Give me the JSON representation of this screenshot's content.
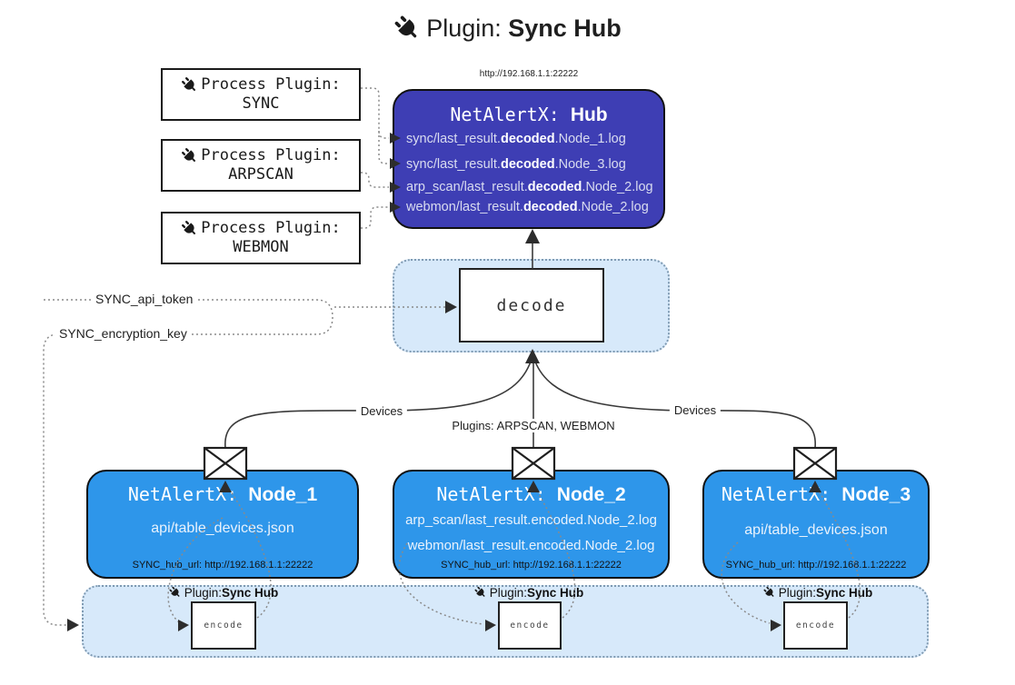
{
  "title": {
    "prefix": "Plugin: ",
    "name": "Sync Hub"
  },
  "process_plugins": [
    {
      "label": "Process Plugin:",
      "name": "SYNC"
    },
    {
      "label": "Process Plugin:",
      "name": "ARPSCAN"
    },
    {
      "label": "Process Plugin:",
      "name": "WEBMON"
    }
  ],
  "hub": {
    "url": "http://192.168.1.1:22222",
    "title_prefix": "NetAlertX: ",
    "title_name": "Hub",
    "logs": [
      {
        "pre": "sync/last_result.",
        "bold": "decoded",
        "post": ".Node_1.log"
      },
      {
        "pre": "sync/last_result.",
        "bold": "decoded",
        "post": ".Node_3.log"
      },
      {
        "pre": "arp_scan/last_result.",
        "bold": "decoded",
        "post": ".Node_2.log"
      },
      {
        "pre": "webmon/last_result.",
        "bold": "decoded",
        "post": ".Node_2.log"
      }
    ]
  },
  "decode": {
    "label": "decode"
  },
  "secrets": {
    "api_token": "SYNC_api_token",
    "encryption_key": "SYNC_encryption_key"
  },
  "edge_labels": {
    "devices_left": "Devices",
    "plugins_mid": "Plugins: ARPSCAN, WEBMON",
    "devices_right": "Devices"
  },
  "nodes": [
    {
      "title_prefix": "NetAlertX: ",
      "title_name": "Node_1",
      "lines": [
        "api/table_devices.json"
      ],
      "footer": "SYNC_hub_url: http://192.168.1.1:22222"
    },
    {
      "title_prefix": "NetAlertX: ",
      "title_name": "Node_2",
      "lines": [
        "arp_scan/last_result.encoded.Node_2.log",
        "webmon/last_result.encoded.Node_2.log"
      ],
      "footer": "SYNC_hub_url: http://192.168.1.1:22222"
    },
    {
      "title_prefix": "NetAlertX: ",
      "title_name": "Node_3",
      "lines": [
        "api/table_devices.json"
      ],
      "footer": "SYNC_hub_url: http://192.168.1.1:22222"
    }
  ],
  "encoders": [
    {
      "plugin_prefix": "Plugin: ",
      "plugin_name": "Sync Hub",
      "label": "encode"
    },
    {
      "plugin_prefix": "Plugin: ",
      "plugin_name": "Sync Hub",
      "label": "encode"
    },
    {
      "plugin_prefix": "Plugin: ",
      "plugin_name": "Sync Hub",
      "label": "encode"
    }
  ],
  "colors": {
    "hub-fill": "#3e3eb4",
    "node-fill": "#2e96ea",
    "band-fill": "#d7e9fa",
    "band-border": "#7f9ab2",
    "line": "#3a3a3a",
    "dotted": "#8a8a8a"
  }
}
